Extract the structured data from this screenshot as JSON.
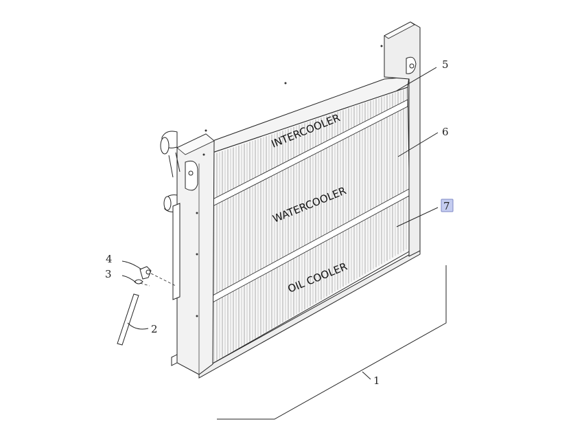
{
  "sections": {
    "intercooler": "INTERCOOLER",
    "watercooler": "WATERCOOLER",
    "oil_cooler": "OIL COOLER"
  },
  "callouts": {
    "c1": "1",
    "c2": "2",
    "c3": "3",
    "c4": "4",
    "c5": "5",
    "c6": "6",
    "c7": "7"
  },
  "highlighted_callout": "7",
  "colors": {
    "highlight_fill": "#c5cdf0",
    "line": "#222222"
  }
}
